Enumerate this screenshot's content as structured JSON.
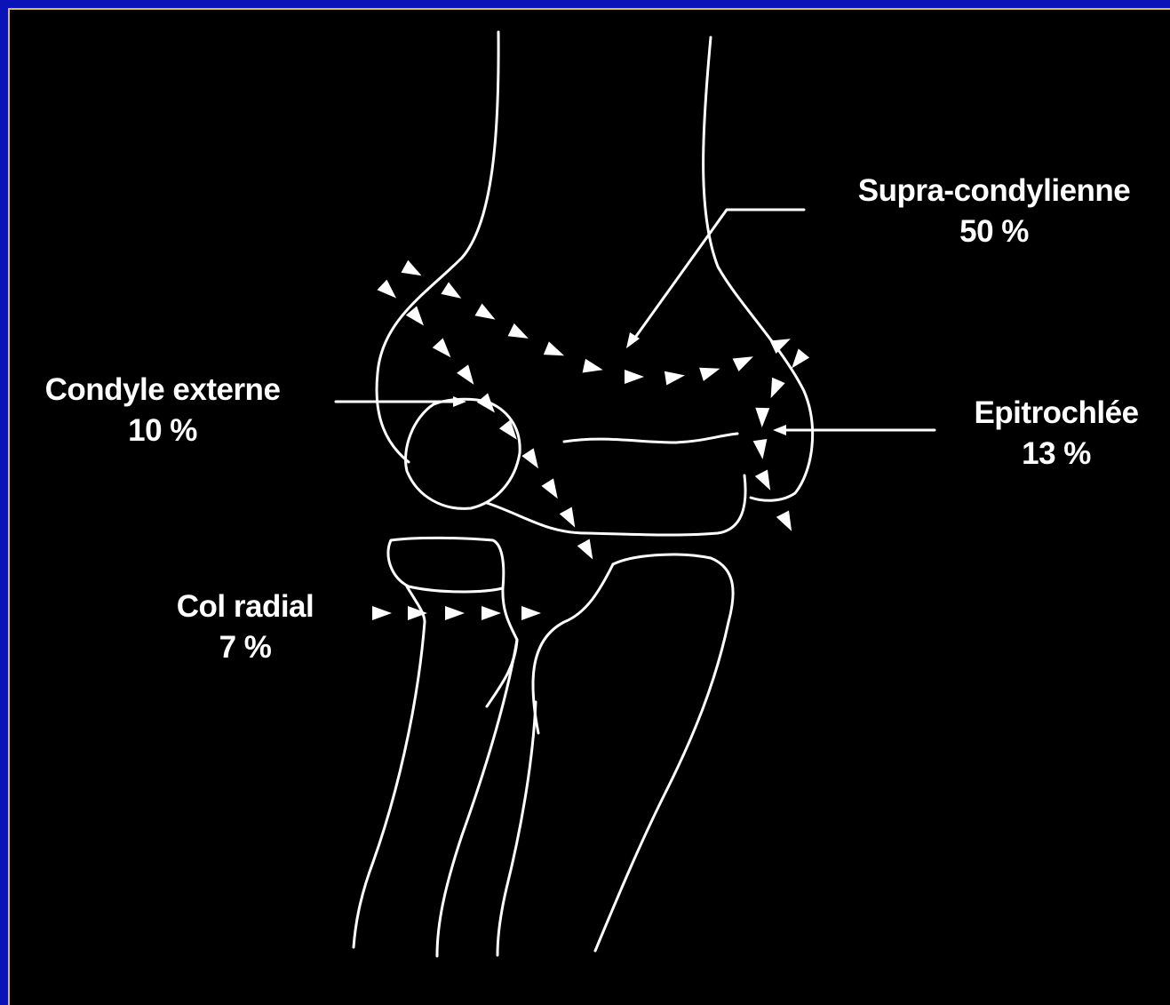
{
  "colors": {
    "background": "#000000",
    "border_outer": "#0a12b8",
    "border_inner": "#d8c23a",
    "drawing": "#ffffff"
  },
  "labels": {
    "supra": {
      "name": "Supra-condylienne",
      "percent": "50 %"
    },
    "condyle": {
      "name": "Condyle externe",
      "percent": "10 %"
    },
    "epitrochlee": {
      "name": "Epitrochlée",
      "percent": "13 %"
    },
    "col": {
      "name": "Col radial",
      "percent": "7 %"
    }
  }
}
